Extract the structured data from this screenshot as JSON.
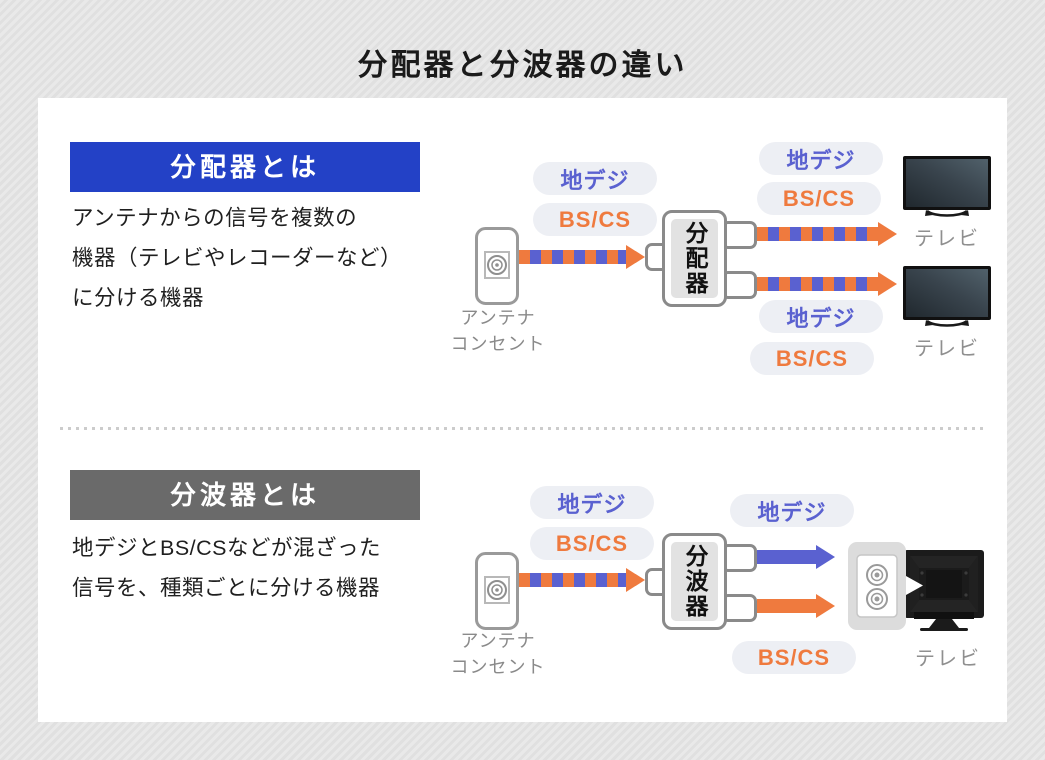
{
  "title": "分配器と分波器の違い",
  "colors": {
    "blue": "#5a61d0",
    "orange": "#ef7a3e",
    "header-blue": "#2341c6",
    "header-gray": "#6a6a6a",
    "pill-bg": "#edeff4"
  },
  "labels": {
    "chideji": "地デジ",
    "bscs": "BS/CS",
    "antenna_line1": "アンテナ",
    "antenna_line2": "コンセント",
    "tv": "テレビ"
  },
  "splitter": {
    "header": "分配器とは",
    "description_lines": [
      "アンテナからの信号を複数の",
      "機器（テレビやレコーダーなど）",
      "に分ける機器"
    ],
    "device": "分配器"
  },
  "separator": {
    "header": "分波器とは",
    "description_lines": [
      "地デジとBS/CSなどが混ざった",
      "信号を、種類ごとに分ける機器"
    ],
    "device": "分波器"
  }
}
